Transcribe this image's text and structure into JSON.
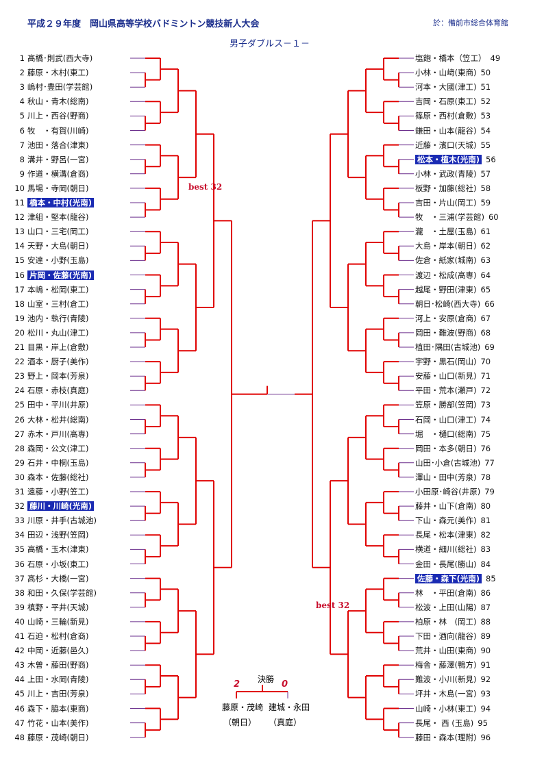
{
  "header": {
    "title": "平成２９年度　岡山県高等学校バドミントン競技新人大会",
    "venue": "於：備前市総合体育館",
    "subtitle": "男子ダブルス－１－"
  },
  "best_label": "best 32",
  "left_entries": [
    {
      "num": "1",
      "name": "髙橋･則武(西大寺)"
    },
    {
      "num": "2",
      "name": "藤原・木村(東工)"
    },
    {
      "num": "3",
      "name": "嶋村･豊田(学芸館)"
    },
    {
      "num": "4",
      "name": "秋山・青木(総南)"
    },
    {
      "num": "5",
      "name": "川上・西谷(野商)"
    },
    {
      "num": "6",
      "name": "牧　・有賀(川崎)"
    },
    {
      "num": "7",
      "name": "池田・落合(津東)"
    },
    {
      "num": "8",
      "name": "溝井・野呂(一宮)"
    },
    {
      "num": "9",
      "name": "作道・横溝(倉商)"
    },
    {
      "num": "10",
      "name": "馬場・寺岡(朝日)"
    },
    {
      "num": "11",
      "name": "橋本・中村(光南)",
      "hl": true
    },
    {
      "num": "12",
      "name": "津組・堅本(龍谷)"
    },
    {
      "num": "13",
      "name": "山口・三宅(岡工)"
    },
    {
      "num": "14",
      "name": "天野・大島(朝日)"
    },
    {
      "num": "15",
      "name": "安達・小野(玉島)"
    },
    {
      "num": "16",
      "name": "片岡・佐藤(光南)",
      "hl": true
    },
    {
      "num": "17",
      "name": "本嶋・松岡(東工)"
    },
    {
      "num": "18",
      "name": "山室・三村(倉工)"
    },
    {
      "num": "19",
      "name": "池内・執行(青陵)"
    },
    {
      "num": "20",
      "name": "松川・丸山(津工)"
    },
    {
      "num": "21",
      "name": "目黒・岸上(倉敷)"
    },
    {
      "num": "22",
      "name": "酒本・厨子(美作)"
    },
    {
      "num": "23",
      "name": "野上・岡本(芳泉)"
    },
    {
      "num": "24",
      "name": "石原・赤枝(真庭)"
    },
    {
      "num": "25",
      "name": "田中・平川(井原)"
    },
    {
      "num": "26",
      "name": "大林・松井(総南)"
    },
    {
      "num": "27",
      "name": "赤木・戸川(高専)"
    },
    {
      "num": "28",
      "name": "森岡・公文(津工)"
    },
    {
      "num": "29",
      "name": "石井・中桐(玉島)"
    },
    {
      "num": "30",
      "name": "森本・佐藤(総社)"
    },
    {
      "num": "31",
      "name": "遠藤・小野(笠工)"
    },
    {
      "num": "32",
      "name": "藤川・川崎(光南)",
      "hl": true
    },
    {
      "num": "33",
      "name": "川原・井手(古城池)"
    },
    {
      "num": "34",
      "name": "田辺・浅野(笠岡)"
    },
    {
      "num": "35",
      "name": "高橋・玉木(津東)"
    },
    {
      "num": "36",
      "name": "石原・小坂(東工)"
    },
    {
      "num": "37",
      "name": "髙杉・大橋(一宮)"
    },
    {
      "num": "38",
      "name": "和田・久保(学芸館)"
    },
    {
      "num": "39",
      "name": "槙野・平井(天城)"
    },
    {
      "num": "40",
      "name": "山崎・三輪(新見)"
    },
    {
      "num": "41",
      "name": "石迫・松村(倉商)"
    },
    {
      "num": "42",
      "name": "中岡・近藤(邑久)"
    },
    {
      "num": "43",
      "name": "木曽・藤田(野商)"
    },
    {
      "num": "44",
      "name": "上田・水岡(青陵)"
    },
    {
      "num": "45",
      "name": "川上・吉田(芳泉)"
    },
    {
      "num": "46",
      "name": "森下・脇本(東商)"
    },
    {
      "num": "47",
      "name": "竹花・山本(美作)"
    },
    {
      "num": "48",
      "name": "藤原・茂崎(朝日)"
    }
  ],
  "right_entries": [
    {
      "num": "49",
      "name": "塩飽・橋本（笠工）"
    },
    {
      "num": "50",
      "name": "小林・山﨑(東商)"
    },
    {
      "num": "51",
      "name": "河本・大國(津工)"
    },
    {
      "num": "52",
      "name": "吉岡・石原(東工)"
    },
    {
      "num": "53",
      "name": "篠原・西村(倉敷)"
    },
    {
      "num": "54",
      "name": "鎌田・山本(龍谷)"
    },
    {
      "num": "55",
      "name": "近藤・濱口(天城)"
    },
    {
      "num": "56",
      "name": "松本・植木(光南)",
      "hl": true
    },
    {
      "num": "57",
      "name": "小林・武政(青陵)"
    },
    {
      "num": "58",
      "name": "板野・加藤(総社)"
    },
    {
      "num": "59",
      "name": "吉田・片山(岡工)"
    },
    {
      "num": "60",
      "name": "牧　・三浦(学芸館)"
    },
    {
      "num": "61",
      "name": "瀧　・土屋(玉島)"
    },
    {
      "num": "62",
      "name": "大島・岸本(朝日)"
    },
    {
      "num": "63",
      "name": "佐倉・紙家(城南)"
    },
    {
      "num": "64",
      "name": "渡辺・松成(高専)"
    },
    {
      "num": "65",
      "name": "越尾・野田(津東)"
    },
    {
      "num": "66",
      "name": "朝日･松崎(西大寺)"
    },
    {
      "num": "67",
      "name": "河上・安原(倉商)"
    },
    {
      "num": "68",
      "name": "岡田・難波(野商)"
    },
    {
      "num": "69",
      "name": "植田･隅田(古城池)"
    },
    {
      "num": "70",
      "name": "宇野・黒石(岡山)"
    },
    {
      "num": "71",
      "name": "安藤・山口(新見)"
    },
    {
      "num": "72",
      "name": "平田・荒本(瀬戸)"
    },
    {
      "num": "73",
      "name": "笠原・勝部(笠岡)"
    },
    {
      "num": "74",
      "name": "石岡・山口(津工)"
    },
    {
      "num": "75",
      "name": "堀　・樋口(総南)"
    },
    {
      "num": "76",
      "name": "岡田・本多(朝日)"
    },
    {
      "num": "77",
      "name": "山田･小倉(古城池)"
    },
    {
      "num": "78",
      "name": "澤山・田中(芳泉)"
    },
    {
      "num": "79",
      "name": "小田原･崎谷(井原)"
    },
    {
      "num": "80",
      "name": "藤井・山下(倉南)"
    },
    {
      "num": "81",
      "name": "下山・森元(美作)"
    },
    {
      "num": "82",
      "name": "長尾・松本(津東)"
    },
    {
      "num": "83",
      "name": "横道・細川(総社)"
    },
    {
      "num": "84",
      "name": "金田・長尾(勝山)"
    },
    {
      "num": "85",
      "name": "佐藤・森下(光南)",
      "hl": true
    },
    {
      "num": "86",
      "name": "林　・平田(倉南)"
    },
    {
      "num": "87",
      "name": "松波・上田(山陽)"
    },
    {
      "num": "88",
      "name": "柏原・林　(岡工)"
    },
    {
      "num": "89",
      "name": "下田・酒向(龍谷)"
    },
    {
      "num": "90",
      "name": "荒井・山田(東商)"
    },
    {
      "num": "91",
      "name": "梅舎・藤澤(鴨方)"
    },
    {
      "num": "92",
      "name": "難波・小川(新見)"
    },
    {
      "num": "93",
      "name": "坪井・木島(一宮)"
    },
    {
      "num": "94",
      "name": "山崎・小林(東工)"
    },
    {
      "num": "95",
      "name": "長尾・ 西 (玉島)"
    },
    {
      "num": "96",
      "name": "藤田・森本(理附)"
    }
  ],
  "final": {
    "title": "決勝",
    "left_score": "2",
    "right_score": "0",
    "left_players": "藤原・茂崎",
    "left_school": "（朝日）",
    "right_players": "建城・永田",
    "right_school": "（真庭）"
  },
  "colors": {
    "winner_line": "#e00000",
    "loser_line": "#6a2d8c",
    "highlight": "#1a2bb3",
    "header_text": "#1a2d8c"
  }
}
